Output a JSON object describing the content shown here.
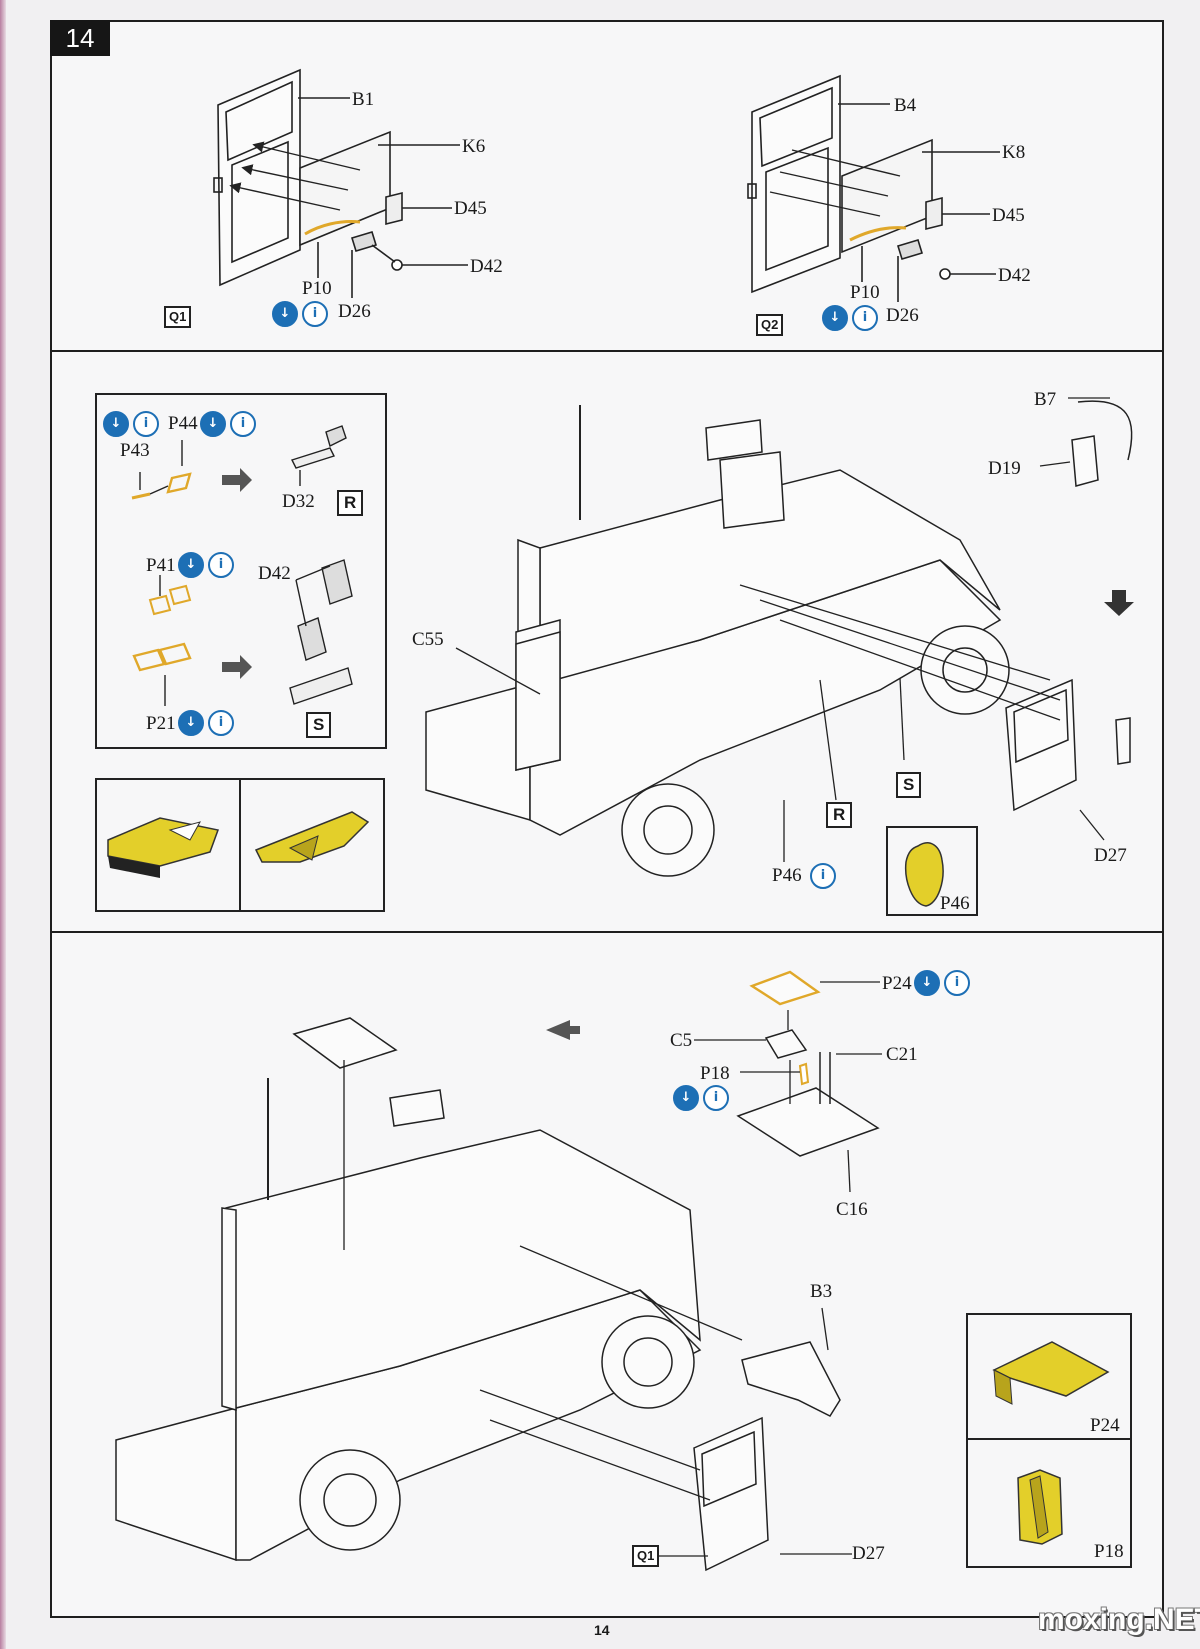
{
  "step": {
    "number": "14"
  },
  "section_q": {
    "q1": {
      "tag": "Q1",
      "labels": {
        "b": "B1",
        "k": "K6",
        "d45": "D45",
        "d42": "D42",
        "p10": "P10",
        "d26": "D26"
      }
    },
    "q2": {
      "tag": "Q2",
      "labels": {
        "b": "B4",
        "k": "K8",
        "d45": "D45",
        "d42": "D42",
        "p10": "P10",
        "d26": "D26"
      }
    }
  },
  "section_mid": {
    "inset": {
      "p44": "P44",
      "p43": "P43",
      "d32": "D32",
      "tag_r": "R",
      "p41": "P41",
      "d42": "D42",
      "p21": "P21",
      "tag_s": "S"
    },
    "labels": {
      "b7": "B7",
      "d19": "D19",
      "c55": "C55",
      "tag_s": "S",
      "tag_r": "R",
      "p46": "P46",
      "d27": "D27"
    },
    "detail": {
      "p46": "P46"
    }
  },
  "section_bottom": {
    "labels": {
      "p24": "P24",
      "c5": "C5",
      "c21": "C21",
      "p18": "P18",
      "c16": "C16",
      "b3": "B3",
      "q1": "Q1",
      "d27": "D27"
    },
    "detail": {
      "p24": "P24",
      "p18": "P18"
    }
  },
  "icons": {
    "down": "↓",
    "info": "i"
  },
  "colors": {
    "part_highlight": "#e3cf2a",
    "pe_outline": "#e0a82a",
    "icon_blue": "#1d6fb5"
  },
  "footer": {
    "page": "14",
    "watermark": "moxing.NET"
  }
}
